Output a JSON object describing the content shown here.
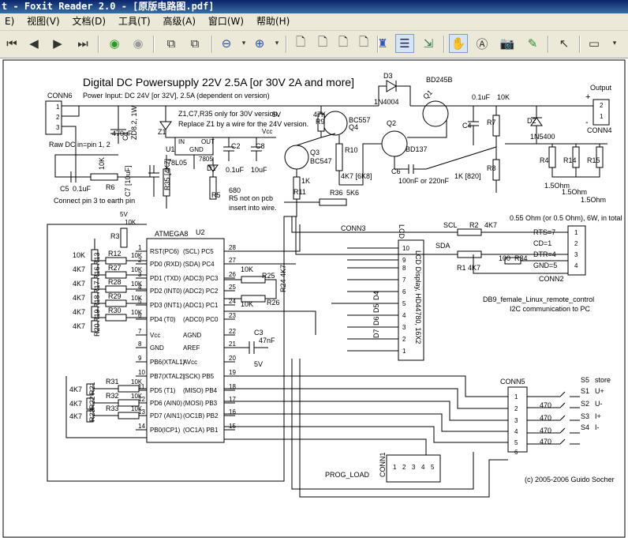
{
  "window": {
    "title": "t - Foxit Reader 2.0 - [原版电路图.pdf]"
  },
  "menu": [
    "E)",
    "视图(V)",
    "文档(D)",
    "工具(T)",
    "高级(A)",
    "窗口(W)",
    "帮助(H)"
  ],
  "toolbar": {
    "buttons": [
      "first-page",
      "prev-page",
      "next-page",
      "last-page",
      "back",
      "forward",
      "rotate-left",
      "rotate-right",
      "zoom-out",
      "zoom-dropdown",
      "zoom-in",
      "zoom-dropdown-2",
      "single-page",
      "continuous",
      "facing",
      "continuous-facing",
      "bookmarks-panel",
      "pages-panel",
      "fit-width",
      "hand-tool",
      "text-select-tool",
      "snapshot-tool",
      "image-tool",
      "select-tool",
      "annotation-tool",
      "annotation-dropdown"
    ]
  },
  "schematic": {
    "title": "Digital DC Powersupply 22V 2.5A [or 30V 2A and more]",
    "subtitle": "Power Input: DC 24V [or 32V], 2.5A (dependent on version)",
    "note1": "Z1,C7,R35 only for 30V version.",
    "note2": "Replace Z1 by a wire for the 24V version.",
    "conn6": "CONN6",
    "raw_dc": "Raw DC in=pin 1, 2",
    "connect_pin3": "Connect pin 3 to earth pin",
    "c5": "C5",
    "c5v": "0.1uF",
    "r6": "R6",
    "r6v": "10K",
    "c1": "C1",
    "c1v": "470uF",
    "z1": "Z1",
    "z1v": "ZD8.2, 1W",
    "u1": "U1",
    "u1_in": "IN",
    "u1_out": "OUT",
    "u1_gnd": "GND",
    "u1_part": "78L05",
    "u1_part2": "7805",
    "c7": "C7 [10uF]",
    "r35": "R35 [4K7]",
    "c2": "C2",
    "c2v": "0.1uF",
    "c8": "C8",
    "c8v": "10uF",
    "vcc": "Vcc",
    "v5": "5V",
    "d1": "D1",
    "r5": "R5",
    "r5v": "680",
    "r5note1": "R5 not on pcb",
    "r5note2": "insert into wire.",
    "r9": "R9",
    "r9v": "47K",
    "q4": "Q4",
    "q4v": "BC557",
    "q3": "Q3",
    "q3v": "BC547",
    "r10": "R10",
    "r10v": "4K7 [6K8]",
    "r11": "R11",
    "r11v": "1K",
    "r36": "R36",
    "r36v": "5K6",
    "d3": "D3",
    "d3v": "1N4004",
    "q1": "Q1",
    "q1v": "BD245B",
    "q2": "Q2",
    "q2v": "BD137",
    "c6": "C6",
    "c6v": "100nF or 220nF",
    "c4": "C4",
    "c4v": "0.1uF",
    "r7": "R7",
    "r7v": "10K",
    "r8": "R8",
    "r8v": "1K [820]",
    "d2": "D2",
    "d2v": "1N5400",
    "r4": "R4",
    "r14": "R14",
    "r15": "R15",
    "r4v": "1.5Ohm",
    "r14v": "1.5Ohm",
    "r15v": "1.5Ohm",
    "rnote": "0.55 Ohm (or 0.5 Ohm), 6W, in total",
    "output": "Output",
    "conn4": "CONN4",
    "u2": "U2",
    "u2v": "ATMEGA8",
    "u2_left": [
      "RST(PC6)",
      "PD0 (RXD)",
      "PD1 (TXD)",
      "PD2 (INT0)",
      "PD3 (INT1)",
      "PD4 (T0)",
      "Vcc",
      "GND",
      "PB6(XTAL1)",
      "PB7(XTAL2)",
      "PD5 (T1)",
      "PD6 (AIN0)",
      "PD7 (AIN1)",
      "PB0(ICP1)"
    ],
    "u2_left_pins": [
      "1",
      "2",
      "3",
      "4",
      "5",
      "6",
      "7",
      "8",
      "9",
      "10",
      "11",
      "12",
      "13",
      "14"
    ],
    "u2_right": [
      "(SCL) PC5",
      "(SDA) PC4",
      "(ADC3) PC3",
      "(ADC2) PC2",
      "(ADC1) PC1",
      "(ADC0) PC0",
      "AGND",
      "AREF",
      "AVcc",
      "(SCK) PB5",
      "(MISO) PB4",
      "(MOSI) PB3",
      "(OC1B) PB2",
      "(OC1A) PB1"
    ],
    "u2_right_pins": [
      "28",
      "27",
      "26",
      "25",
      "24",
      "23",
      "22",
      "21",
      "20",
      "19",
      "18",
      "17",
      "16",
      "15"
    ],
    "r3": "R3",
    "r3v": "10K",
    "rl_left": [
      {
        "v": "10K",
        "n": "R13",
        "r": "R12"
      },
      {
        "v": "4K7",
        "n": "R16",
        "r": "R27"
      },
      {
        "v": "4K7",
        "n": "R17",
        "r": "R28"
      },
      {
        "v": "4K7",
        "n": "R18",
        "r": "R29"
      },
      {
        "v": "4K7",
        "n": "R19",
        "r": "R30"
      },
      {
        "v": "4K7",
        "n": "R20",
        "r": ""
      }
    ],
    "rl_vals": [
      "10K",
      "10K",
      "10K",
      "10K",
      "10K"
    ],
    "r31": "R31",
    "r32": "R32",
    "r33": "R33",
    "r21": "R21",
    "r22": "R22",
    "r23": "R23",
    "r21v": "4K7",
    "r22v": "4K7",
    "r23v": "4K7",
    "r25": "R25",
    "r26": "R26",
    "r25v": "10K",
    "r26v": "10K",
    "r24": "R24 4K7",
    "c3": "C3",
    "c3v": "47nF",
    "conn3": "CONN3",
    "lcd": "LCD",
    "lcd_desc": "LCD Display, HD44780, 16X2",
    "lcd_pins": [
      "10",
      "9",
      "8",
      "7",
      "6",
      "5",
      "4",
      "3",
      "2",
      "1"
    ],
    "lcd_sig": [
      "D4",
      "D5",
      "D6",
      "D7"
    ],
    "scl": "SCL",
    "sda": "SDA",
    "r2": "R2",
    "r2v": "4K7",
    "r1": "R1",
    "r1v": "4K7",
    "r34": "R34",
    "r34v": "100",
    "conn2": "CONN2",
    "conn2_pins": [
      "RTS=7",
      "CD=1",
      "DTR=4",
      "GND=5"
    ],
    "db9_note1": "DB9_female_Linux_remote_control",
    "db9_note2": "I2C communication to PC",
    "conn5": "CONN5",
    "conn5_pins": [
      "1",
      "2",
      "3",
      "4",
      "5",
      "6"
    ],
    "sw": [
      "S5",
      "S1",
      "S2",
      "S3",
      "S4"
    ],
    "sw_lbl": [
      "store",
      "U+",
      "U-",
      "I+",
      "I-"
    ],
    "sw_r": "470",
    "conn1": "CONN1",
    "prog_load": "PROG_LOAD",
    "copyright": "(c) 2005-2006 Guido Socher"
  }
}
